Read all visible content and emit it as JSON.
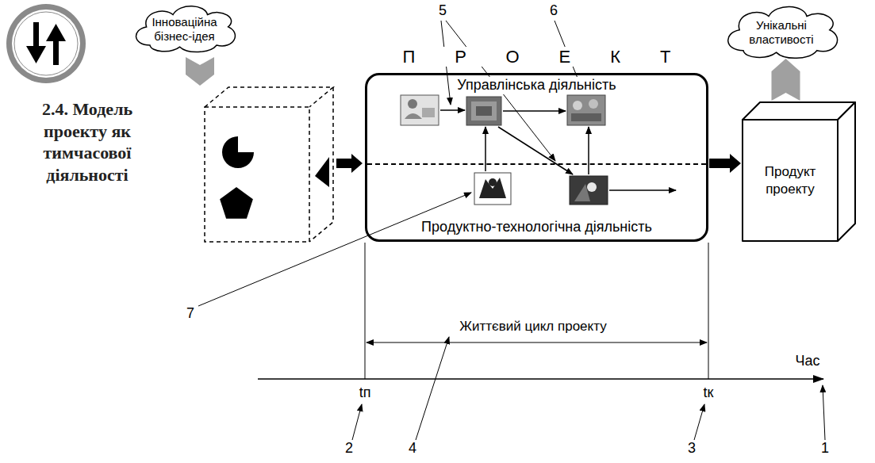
{
  "diagram": {
    "title": "2.4. Модель проекту як тимчасової діяльності",
    "nodes": [
      {
        "text": [
          "Інноваційна бізнес-ідея"
        ]
      },
      {
        "text": [
          "ПРОЕКТ"
        ]
      },
      {
        "text": [
          "Управлінська діяльність"
        ],
        "in": 1
      },
      {
        "text": [
          "Продуктно-технологічна діяльність"
        ],
        "in": 1
      },
      {
        "text": [
          "Продукт проекту"
        ]
      },
      {
        "text": [
          "Унікальні властивості"
        ]
      }
    ],
    "edges": [
      {
        "from": 1,
        "to": 4,
        "arrow": "to"
      },
      {
        "from": 4,
        "to": 5,
        "arrow": "to"
      }
    ],
    "labels": [
      "5",
      "6",
      "7",
      "Життєвий цикл проекту",
      "4",
      "Час",
      "tп",
      "tк",
      "2",
      "3",
      "1"
    ]
  }
}
